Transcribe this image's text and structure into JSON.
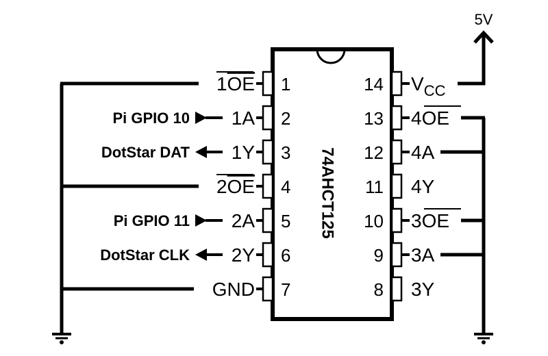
{
  "diagram": {
    "type": "schematic",
    "chip": {
      "part_number": "74AHCT125",
      "notch": "semicircle"
    },
    "left_pins": [
      {
        "number": "1",
        "name": "1",
        "name_overbar": "OE",
        "external_label": "",
        "arrow": "none",
        "connected_to": "ground-bus"
      },
      {
        "number": "2",
        "name": "1A",
        "name_overbar": "",
        "external_label": "Pi GPIO 10",
        "arrow": "in",
        "connected_to": "Pi GPIO 10"
      },
      {
        "number": "3",
        "name": "1Y",
        "name_overbar": "",
        "external_label": "DotStar DAT",
        "arrow": "out",
        "connected_to": "DotStar DAT"
      },
      {
        "number": "4",
        "name": "2",
        "name_overbar": "OE",
        "external_label": "",
        "arrow": "none",
        "connected_to": "ground-bus"
      },
      {
        "number": "5",
        "name": "2A",
        "name_overbar": "",
        "external_label": "Pi GPIO 11",
        "arrow": "in",
        "connected_to": "Pi GPIO 11"
      },
      {
        "number": "6",
        "name": "2Y",
        "name_overbar": "",
        "external_label": "DotStar CLK",
        "arrow": "out",
        "connected_to": "DotStar CLK"
      },
      {
        "number": "7",
        "name": "GND",
        "name_overbar": "",
        "external_label": "",
        "arrow": "none",
        "connected_to": "ground-bus"
      }
    ],
    "right_pins": [
      {
        "number": "14",
        "name": "V",
        "name_sub": "CC",
        "name_overbar": "",
        "connected_to": "5V"
      },
      {
        "number": "13",
        "name": "4",
        "name_sub": "",
        "name_overbar": "OE",
        "connected_to": "ground-bus"
      },
      {
        "number": "12",
        "name": "4A",
        "name_sub": "",
        "name_overbar": "",
        "connected_to": "ground-bus"
      },
      {
        "number": "11",
        "name": "4Y",
        "name_sub": "",
        "name_overbar": "",
        "connected_to": "none"
      },
      {
        "number": "10",
        "name": "3",
        "name_sub": "",
        "name_overbar": "OE",
        "connected_to": "ground-bus"
      },
      {
        "number": "9",
        "name": "3A",
        "name_sub": "",
        "name_overbar": "",
        "connected_to": "ground-bus"
      },
      {
        "number": "8",
        "name": "3Y",
        "name_sub": "",
        "name_overbar": "",
        "connected_to": "none"
      }
    ],
    "power": {
      "label": "5V",
      "symbol": "up-arrow"
    },
    "grounds": [
      {
        "side": "left",
        "symbol": "ground"
      },
      {
        "side": "right",
        "symbol": "ground"
      }
    ]
  }
}
